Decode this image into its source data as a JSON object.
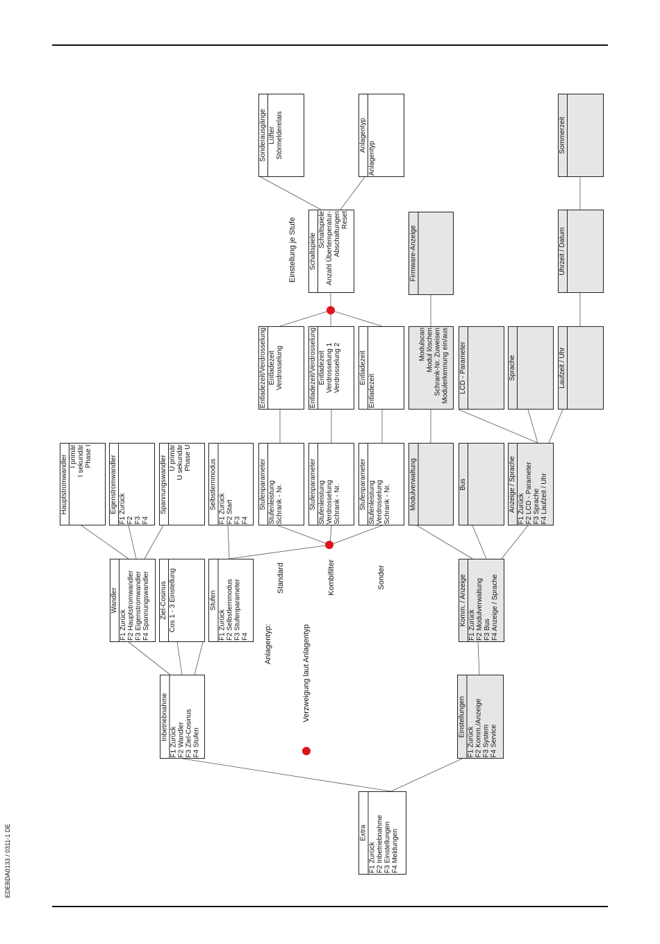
{
  "doc_id": "EDEBDA0133 / 0311-1 DE",
  "legend": {
    "anlagentyp": "Anlagentyp:",
    "standard": "Standard",
    "kombifilter": "Kombifilter",
    "sonder": "Sonder",
    "verzweigung": "Verzweigung laut Anlagentyp",
    "einstellung": "Einstellung je Stufe"
  },
  "colors": {
    "dot": "#e0141e",
    "grey_box": "#e6e6e6"
  },
  "boxes": {
    "extra": {
      "title": "Extra",
      "lines": [
        "F1 Zurück",
        "F2 Inbetriebnahme",
        "F3 Einstellungen",
        "F4 Meldungen"
      ]
    },
    "inbetriebnahme": {
      "title": "Inbetriebnahme",
      "lines": [
        "F1 Zurück",
        "F2 Wandler",
        "F3 Ziel-Cosinus",
        "F4 Stufen"
      ]
    },
    "einstellungen": {
      "title": "Einstellungen",
      "lines": [
        "F1 Zurück",
        "F2 Komm./Anzeige",
        "F3 System",
        "F4 Service"
      ]
    },
    "wandler": {
      "title": "Wandler",
      "lines": [
        "F1 Zurück",
        "F2 Hauptstromwandler",
        "F3 Eigenstromwandler",
        "F4 Spannungswandler"
      ]
    },
    "zielcosinus": {
      "title": "Ziel-Cosinus",
      "lines": [
        "Cos 1 - 3 Einstellung"
      ]
    },
    "stufen": {
      "title": "Stufen",
      "lines": [
        "F1 Zurück",
        "F2 Selbstlernmodus",
        "F3 Stufenparameter",
        "F4"
      ]
    },
    "komm": {
      "title": "Komm. / Anzeige",
      "lines": [
        "F1 Zurück",
        "F2 Modulverwaltung",
        "F3 Bus",
        "F4 Anzeige / Sprache"
      ]
    },
    "hauptstromwandler": {
      "title": "Hauptstromwandler",
      "lines": [
        "I primär",
        "I sekundär",
        "Phase I"
      ]
    },
    "eigenstromwandler": {
      "title": "Eigenstromwandler",
      "lines": [
        "F1 Zurück",
        "F2",
        "F3",
        "F4"
      ]
    },
    "spannungswandler": {
      "title": "Spannungswandler",
      "lines": [
        "U primär",
        "U sekundär",
        "Phase U"
      ]
    },
    "selbstlernmodus": {
      "title": "Selbstlernmodus",
      "lines": [
        "F1 Zurück",
        "F2 Start",
        "F3",
        "F4"
      ]
    },
    "stufenparameter_std": {
      "title": "Stufenparameter",
      "lines": [
        "Stufenleistung",
        "Schrank - Nr."
      ]
    },
    "stufenparameter_komb": {
      "title": "Stufenparameter",
      "lines": [
        "Stufenleistung",
        "Verdrosselung",
        "Schrank - Nr."
      ]
    },
    "stufenparameter_sond": {
      "title": "Stufenparameter",
      "lines": [
        "Stufenleistung",
        "Verdrosselung",
        "Schrank - Nr."
      ]
    },
    "modulverwaltung": {
      "title": "Modulverwaltung"
    },
    "bus": {
      "title": "Bus"
    },
    "anzeige_sprache": {
      "title": "Anzeige / Sprache",
      "lines": [
        "F1 Zurück",
        "F2 LCD - Parameter",
        "F3 Sprache",
        "F4 Laufzeit / Uhr"
      ]
    },
    "entladezeit_std": {
      "title": "Entladezeit/Verdrosselung",
      "lines": [
        "Entladezeit",
        "Verdrosselung"
      ]
    },
    "entladezeit_komb": {
      "title": "Entladezeit/Verdrosselung",
      "lines": [
        "Entladezeit",
        "Verdrosselung 1",
        "Verdrosselung 2"
      ]
    },
    "entladezeit_sond": {
      "title": "Entladezeit",
      "lines": [
        "Entladezeit"
      ]
    },
    "modulscan": {
      "lines": [
        "Modulscan",
        "Modul löschen",
        "Schrank-Nr. Zuweisen",
        "Modulerkennung ein/aus"
      ]
    },
    "lcd_parameter": {
      "title": "LCD - Parameter"
    },
    "sprache": {
      "title": "Sprache"
    },
    "laufzeit_uhr": {
      "title": "Laufzeit / Uhr"
    },
    "schaltspiele": {
      "title": "Schaltspiele",
      "lines": [
        "Schaltspiele",
        "Anzahl Übertemperatur-",
        "Abschaltungen",
        "Reset"
      ]
    },
    "firmware": {
      "title": "Firmware-Anzeige"
    },
    "uhrzeit_datum": {
      "title": "Uhrzeit / Datum"
    },
    "sonderausgaenge": {
      "title": "Sonderausgänge",
      "lines": [
        "Lüfter",
        "Störmelderelais"
      ]
    },
    "anlagentyp": {
      "title": "Anlagentyp",
      "lines": [
        "Anlagentyp"
      ]
    },
    "sommerzeit": {
      "title": "Sommerzeit"
    }
  }
}
